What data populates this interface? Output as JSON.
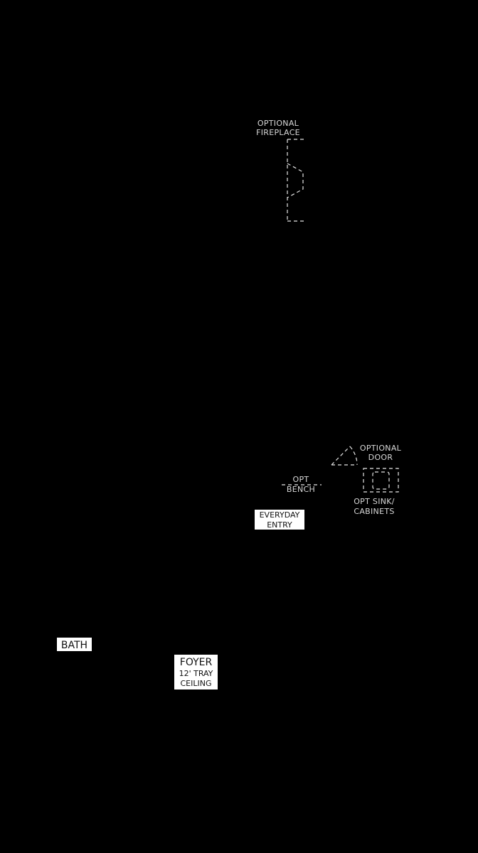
{
  "labels": {
    "optional_fireplace": [
      "OPTIONAL",
      "FIREPLACE"
    ],
    "optional_door": [
      "OPTIONAL",
      "DOOR"
    ],
    "opt_bench": [
      "OPT",
      "BENCH"
    ],
    "opt_sink_cabinets": [
      "OPT SINK/",
      "CABINETS"
    ],
    "everyday_entry": [
      "EVERYDAY",
      "ENTRY"
    ],
    "bath": "BATH",
    "foyer": "FOYER",
    "foyer_ceiling": [
      "12' TRAY",
      "CEILING"
    ]
  },
  "colors": {
    "background": "#000000",
    "linework": "#e6e6e6",
    "note_text": "#d8d8d8",
    "room_label_fill": "#ffffff",
    "room_label_text": "#111111"
  }
}
